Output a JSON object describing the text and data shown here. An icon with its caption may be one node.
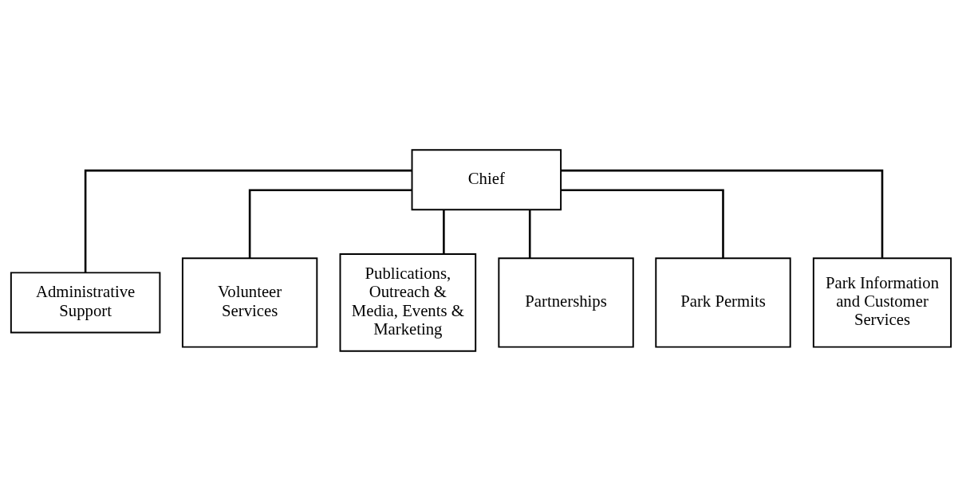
{
  "diagram": {
    "nodes": [
      {
        "text": [
          "Chief"
        ]
      },
      {
        "text": [
          "Administrative Support"
        ]
      },
      {
        "text": [
          "Volunteer Services"
        ]
      },
      {
        "text": [
          "Publications, Outreach & Media, Events & Marketing"
        ]
      },
      {
        "text": [
          "Partnerships"
        ]
      },
      {
        "text": [
          "Park Permits"
        ]
      },
      {
        "text": [
          "Park Information and Customer Services"
        ]
      }
    ],
    "edges": [
      {
        "from": 0,
        "to": 1,
        "arrow": "none"
      },
      {
        "from": 0,
        "to": 2,
        "arrow": "none"
      },
      {
        "from": 0,
        "to": 3,
        "arrow": "none"
      },
      {
        "from": 0,
        "to": 4,
        "arrow": "none"
      },
      {
        "from": 0,
        "to": 5,
        "arrow": "none"
      },
      {
        "from": 0,
        "to": 6,
        "arrow": "none"
      }
    ]
  }
}
